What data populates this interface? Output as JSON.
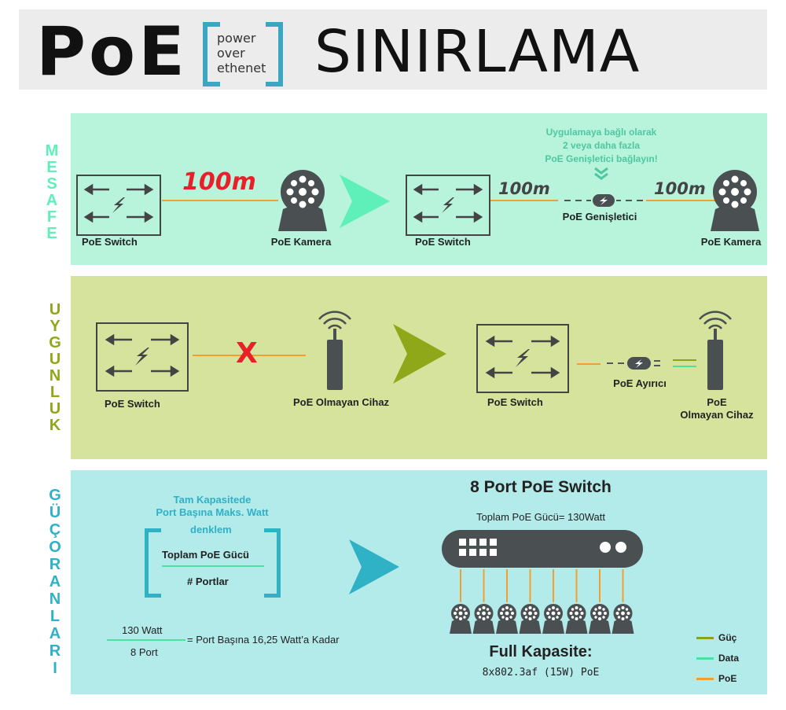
{
  "header": {
    "poe": "PoE",
    "power_lines": [
      "power",
      "over",
      "ethenet"
    ],
    "title": "SINIRLAMA"
  },
  "section_labels": {
    "distance": [
      "M",
      "E",
      "S",
      "A",
      "F",
      "E"
    ],
    "compatibility": [
      "U",
      "Y",
      "G",
      "U",
      "N",
      "L",
      "U",
      "K"
    ],
    "power": [
      "G",
      "Ü",
      "Ç",
      "O",
      "R",
      "A",
      "N",
      "L",
      "A",
      "R",
      "I"
    ]
  },
  "distance": {
    "switch_left": "PoE Switch",
    "length_left": "100m",
    "camera_left": "PoE Kamera",
    "note": [
      "Uygulamaya bağlı olarak",
      "2 veya daha fazla",
      "PoE Genişletici bağlayın!"
    ],
    "switch_right": "PoE Switch",
    "length_a": "100m",
    "extender": "PoE Genişletici",
    "length_b": "100m",
    "camera_right": "PoE Kamera"
  },
  "compatibility": {
    "switch_left": "PoE Switch",
    "cross": "X",
    "device_left": "PoE Olmayan Cihaz",
    "switch_right": "PoE Switch",
    "splitter": "PoE Ayırıcı",
    "device_right": [
      "PoE",
      "Olmayan Cihaz"
    ]
  },
  "power": {
    "formula_title": [
      "Tam  Kapasitede",
      "Port Başına Maks. Watt"
    ],
    "equation_label": "denklem",
    "numerator": "Toplam PoE Gücü",
    "denominator": "# Portlar",
    "example_numerator": "130 Watt",
    "example_denominator": "8 Port",
    "example_result": "= Port Başına 16,25 Watt’a Kadar",
    "switch_title": "8 Port PoE Switch",
    "total": "Toplam PoE Gücü= 130Watt",
    "full_capacity": "Full Kapasite:",
    "spec": "8x802.3af (15W) PoE",
    "port_count": 8
  },
  "legend": [
    {
      "label": "Güç",
      "color": "#8aa31a"
    },
    {
      "label": "Data",
      "color": "#4fe0a0"
    },
    {
      "label": "PoE",
      "color": "#f0a030"
    }
  ],
  "colors": {
    "distance_accent": "#5ef0b8",
    "compat_accent": "#8fa81a",
    "power_accent": "#2fb1c6",
    "line_orange": "#f0a030",
    "cross_red": "#e8202a",
    "device_gray": "#4a4f52"
  }
}
